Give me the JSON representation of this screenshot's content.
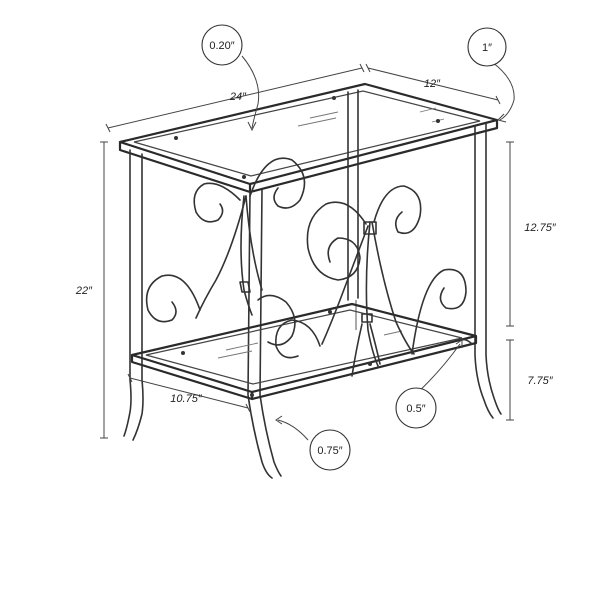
{
  "labels": {
    "callout_top_left": "0.20″",
    "callout_top_right": "1″",
    "callout_leg_bottom": "0.75″",
    "callout_shelf_rod": "0.5″",
    "dim_width": "24″",
    "dim_depth": "12″",
    "dim_height": "22″",
    "dim_upper_height": "12.75″",
    "dim_lower_height": "7.75″",
    "dim_shelf_depth": "10.75″"
  },
  "colors": {
    "line": "#333333",
    "background": "#ffffff"
  }
}
